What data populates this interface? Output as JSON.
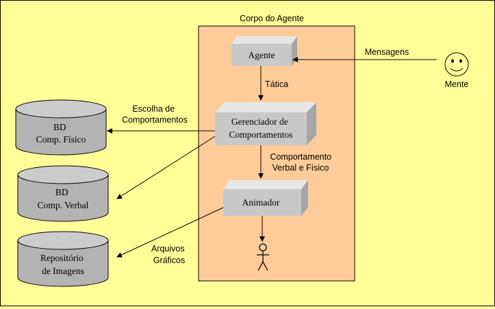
{
  "agent_body": {
    "title": "Corpo do Agente"
  },
  "boxes": {
    "agente": "Agente",
    "gerenciador": [
      "Gerenciador de",
      "Comportamentos"
    ],
    "animador": "Animador"
  },
  "databases": {
    "fisico": [
      "BD",
      "Comp. Físico"
    ],
    "verbal": [
      "BD",
      "Comp. Verbal"
    ],
    "imagens": [
      "Repositório",
      "de Imagens"
    ]
  },
  "labels": {
    "mensagens": "Mensagens",
    "mente": "Mente",
    "tatica": "Tática",
    "escolha": [
      "Escolha de",
      "Comportamentos"
    ],
    "comportamento": [
      "Comportamento",
      "Verbal e Físico"
    ],
    "arquivos": [
      "Arquivos",
      "Gráficos"
    ]
  },
  "colors": {
    "background": "#ffff99",
    "agent_body_fill": "#ffcc99",
    "box_front": "#c8c8c8",
    "box_top": "#e6e6e6",
    "box_side": "#a6a6a6",
    "db_fill": "#b3b3b3",
    "db_top": "#cccccc",
    "face_fill": "#ffff99"
  },
  "icons": {
    "mente": "smiley-face-icon",
    "animated_character": "stick-figure-icon"
  }
}
